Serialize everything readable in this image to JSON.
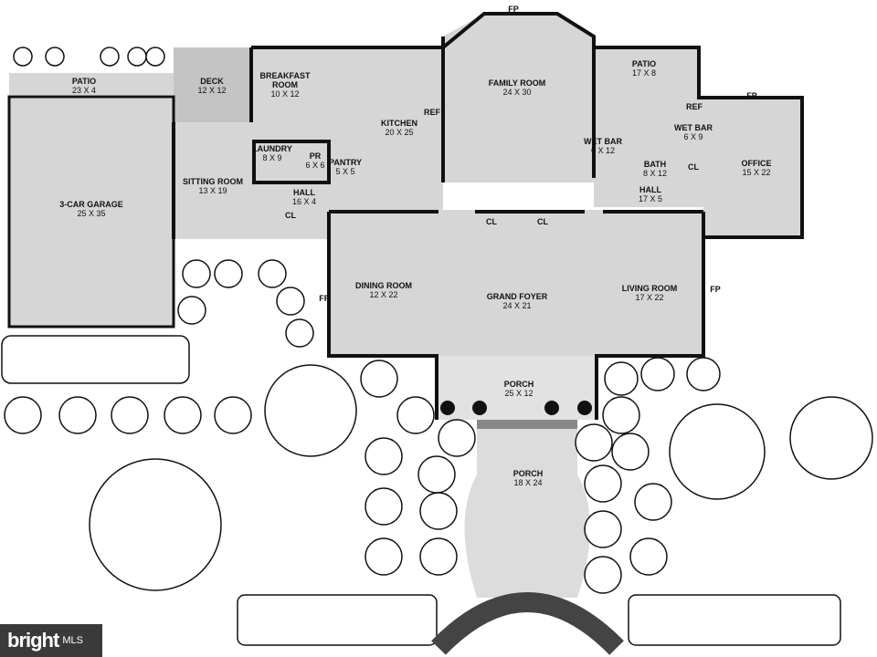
{
  "rooms": [
    {
      "name": "PATIO",
      "dims": "23 X 4"
    },
    {
      "name": "DECK",
      "dims": "12 X 12"
    },
    {
      "name": "BREAKFAST ROOM",
      "dims": "10 X 12"
    },
    {
      "name": "KITCHEN",
      "dims": "20 X 25"
    },
    {
      "name": "FAMILY ROOM",
      "dims": "24 X 30"
    },
    {
      "name": "PATIO",
      "dims": "17 X 8"
    },
    {
      "name": "3-CAR GARAGE",
      "dims": "25 X 35"
    },
    {
      "name": "LAUNDRY",
      "dims": "8 X 9"
    },
    {
      "name": "PR",
      "dims": "6 X 6"
    },
    {
      "name": "PANTRY",
      "dims": "5 X 5"
    },
    {
      "name": "SITTING ROOM",
      "dims": "13 X 19"
    },
    {
      "name": "HALL",
      "dims": "16 X 4"
    },
    {
      "name": "WET BAR",
      "dims": "6 X 12"
    },
    {
      "name": "WET BAR",
      "dims": "6 X 9"
    },
    {
      "name": "BATH",
      "dims": "8 X 12"
    },
    {
      "name": "OFFICE",
      "dims": "15 X 22"
    },
    {
      "name": "HALL",
      "dims": "17 X 5"
    },
    {
      "name": "DINING ROOM",
      "dims": "12 X 22"
    },
    {
      "name": "GRAND FOYER",
      "dims": "24 X 21"
    },
    {
      "name": "LIVING ROOM",
      "dims": "17 X 22"
    },
    {
      "name": "PORCH",
      "dims": "25 X 12"
    },
    {
      "name": "PORCH",
      "dims": "18 X 24"
    }
  ],
  "fixtures": {
    "fp": "FP",
    "ref": "REF",
    "cl": "CL"
  },
  "logo": {
    "brand": "bright",
    "suffix": "MLS"
  }
}
